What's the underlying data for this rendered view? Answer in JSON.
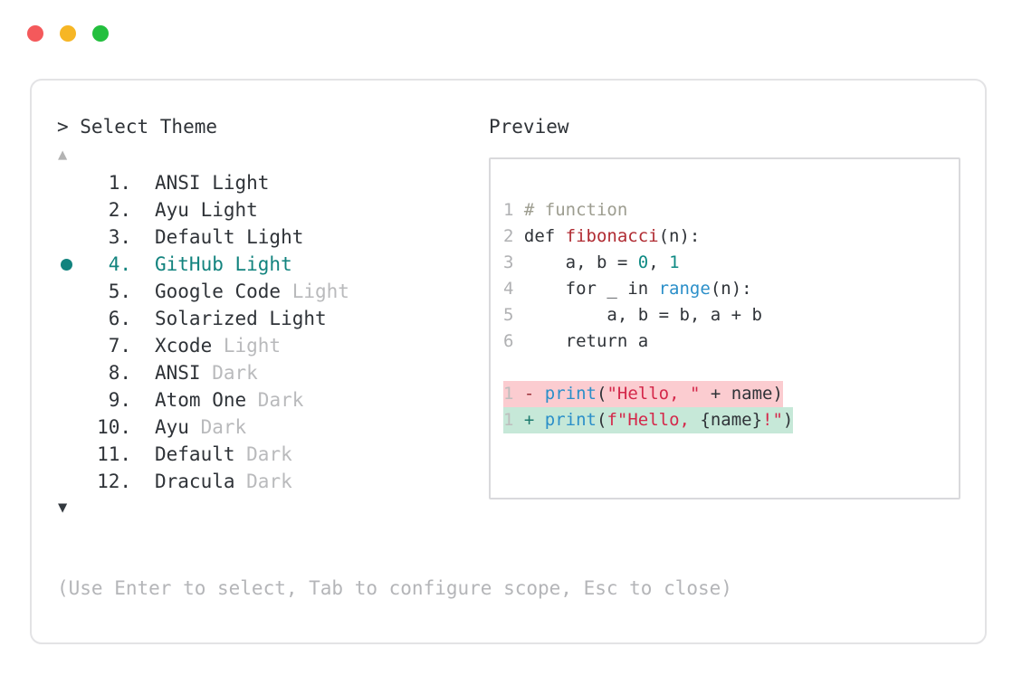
{
  "window": {
    "controls": [
      {
        "name": "close",
        "color": "#f4595b"
      },
      {
        "name": "minimize",
        "color": "#f6b625"
      },
      {
        "name": "maximize",
        "color": "#23bf3e"
      }
    ]
  },
  "left": {
    "prompt": "> Select Theme",
    "scroll_up_glyph": "▲",
    "scroll_down_glyph": "▼",
    "selected_index": 4,
    "selection_bullet": "●",
    "items": [
      {
        "index": "1.",
        "name": "ANSI Light",
        "variant": "",
        "selected": false
      },
      {
        "index": "2.",
        "name": "Ayu Light",
        "variant": "",
        "selected": false
      },
      {
        "index": "3.",
        "name": "Default Light",
        "variant": "",
        "selected": false
      },
      {
        "index": "4.",
        "name": "GitHub Light",
        "variant": "",
        "selected": true
      },
      {
        "index": "5.",
        "name": "Google Code",
        "variant": "Light",
        "selected": false
      },
      {
        "index": "6.",
        "name": "Solarized Light",
        "variant": "",
        "selected": false
      },
      {
        "index": "7.",
        "name": "Xcode",
        "variant": "Light",
        "selected": false
      },
      {
        "index": "8.",
        "name": "ANSI",
        "variant": "Dark",
        "selected": false
      },
      {
        "index": "9.",
        "name": "Atom One",
        "variant": "Dark",
        "selected": false
      },
      {
        "index": "10.",
        "name": "Ayu",
        "variant": "Dark",
        "selected": false
      },
      {
        "index": "11.",
        "name": "Default",
        "variant": "Dark",
        "selected": false
      },
      {
        "index": "12.",
        "name": "Dracula",
        "variant": "Dark",
        "selected": false
      }
    ]
  },
  "hint": "(Use Enter to select, Tab to configure scope, Esc to close)",
  "preview": {
    "title": "Preview",
    "code_lines": [
      {
        "number": "1",
        "tokens": [
          {
            "text": " # function",
            "style": "comment"
          }
        ]
      },
      {
        "number": "2",
        "tokens": [
          {
            "text": " def ",
            "style": "keyword"
          },
          {
            "text": "fibonacci",
            "style": "func"
          },
          {
            "text": "(n):",
            "style": "plain"
          }
        ]
      },
      {
        "number": "3",
        "tokens": [
          {
            "text": "     a, b = ",
            "style": "plain"
          },
          {
            "text": "0",
            "style": "num"
          },
          {
            "text": ", ",
            "style": "plain"
          },
          {
            "text": "1",
            "style": "num"
          }
        ]
      },
      {
        "number": "4",
        "tokens": [
          {
            "text": "     for _ in ",
            "style": "plain"
          },
          {
            "text": "range",
            "style": "builtin"
          },
          {
            "text": "(n):",
            "style": "plain"
          }
        ]
      },
      {
        "number": "5",
        "tokens": [
          {
            "text": "         a, b = b, a + b",
            "style": "plain"
          }
        ]
      },
      {
        "number": "6",
        "tokens": [
          {
            "text": "     return a",
            "style": "plain"
          }
        ]
      }
    ],
    "diff_lines": [
      {
        "number": "1",
        "kind": "del",
        "tokens": [
          {
            "text": " - ",
            "style": "delmark"
          },
          {
            "text": "print",
            "style": "builtin"
          },
          {
            "text": "(",
            "style": "plain"
          },
          {
            "text": "\"Hello, \"",
            "style": "string"
          },
          {
            "text": " + name)",
            "style": "plain"
          }
        ]
      },
      {
        "number": "1",
        "kind": "add",
        "tokens": [
          {
            "text": " + ",
            "style": "addmark"
          },
          {
            "text": "print",
            "style": "builtin"
          },
          {
            "text": "(",
            "style": "plain"
          },
          {
            "text": "f\"Hello, ",
            "style": "string"
          },
          {
            "text": "{name}",
            "style": "plain"
          },
          {
            "text": "!\"",
            "style": "string"
          },
          {
            "text": ")",
            "style": "plain"
          }
        ]
      }
    ]
  },
  "colors": {
    "accent_teal": "#12837e",
    "diff_remove_bg": "#fbccd0",
    "diff_add_bg": "#c6e8d8",
    "border": "#e3e3e5",
    "muted_text": "#b9babc"
  }
}
